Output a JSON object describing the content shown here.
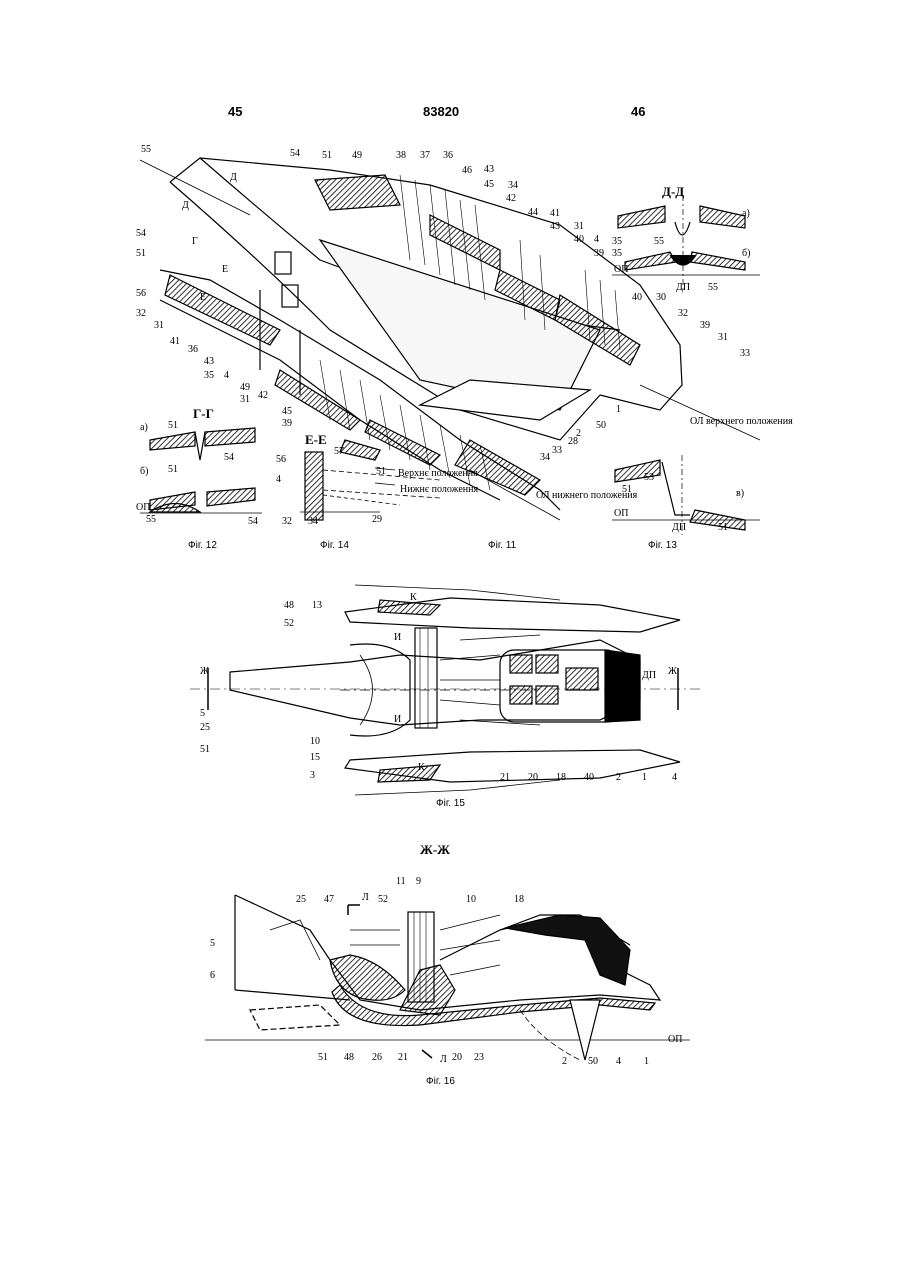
{
  "header": {
    "left": "45",
    "center": "83820",
    "right": "46"
  },
  "fig11_group": {
    "captions": [
      "Фіг. 12",
      "Фіг. 14",
      "Фіг. 11",
      "Фіг. 13"
    ],
    "sections": [
      "Д-Д",
      "Г-Г",
      "Е-Е"
    ],
    "subletters": [
      "а)",
      "б)",
      "в)",
      "а)",
      "б)",
      "в)"
    ],
    "notes": [
      "ОЛ верхнего положения",
      "ОЛ нижнего положения",
      "Верхнє положення",
      "Нижнє положення"
    ],
    "terms": [
      "ОП",
      "ДП",
      "ОП",
      "ОП",
      "ДП"
    ],
    "view_letters": [
      "Д",
      "Д",
      "Г",
      "Е",
      "Е"
    ],
    "callouts": [
      "55",
      "54",
      "51",
      "49",
      "38",
      "37",
      "36",
      "46",
      "45",
      "43",
      "34",
      "42",
      "44",
      "41",
      "43",
      "31",
      "40",
      "4",
      "39",
      "35",
      "40",
      "30",
      "32",
      "39",
      "31",
      "33",
      "54",
      "51",
      "56",
      "32",
      "31",
      "41",
      "36",
      "43",
      "35",
      "4",
      "49",
      "31",
      "42",
      "45",
      "39",
      "1",
      "50",
      "2",
      "28",
      "33",
      "34",
      "51",
      "54",
      "51",
      "55",
      "54",
      "56",
      "57",
      "4",
      "32",
      "34",
      "29",
      "51",
      "53",
      "51",
      "51",
      "55",
      "55",
      "35"
    ]
  },
  "fig15": {
    "caption": "Фіг. 15",
    "letters": [
      "К",
      "К",
      "И",
      "И",
      "Ж",
      "Ж",
      "ДП"
    ],
    "callouts": [
      "48",
      "13",
      "52",
      "5",
      "25",
      "51",
      "10",
      "15",
      "3",
      "21",
      "20",
      "18",
      "40",
      "2",
      "1",
      "4"
    ]
  },
  "fig16": {
    "section": "Ж-Ж",
    "caption": "Фіг. 16",
    "letters": [
      "Л",
      "Л",
      "ОП"
    ],
    "callouts": [
      "11",
      "9",
      "10",
      "18",
      "25",
      "47",
      "52",
      "5",
      "6",
      "51",
      "48",
      "26",
      "21",
      "20",
      "23",
      "2",
      "50",
      "4",
      "1"
    ]
  }
}
